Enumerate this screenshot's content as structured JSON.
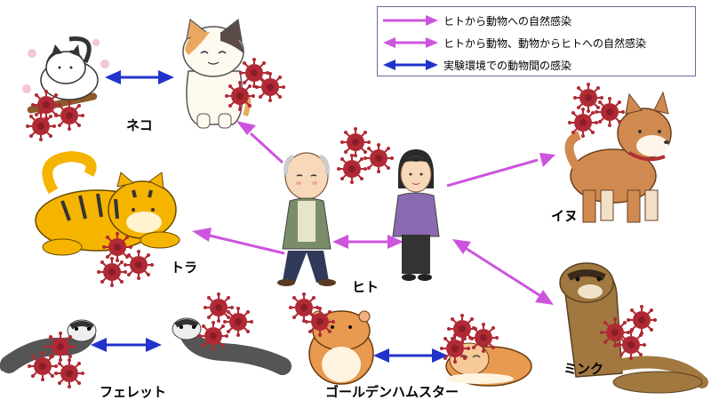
{
  "legend": {
    "items": [
      {
        "text": "ヒトから動物への自然感染",
        "type": "one-way"
      },
      {
        "text": "ヒトから動物、動物からヒトへの自然感染",
        "type": "two-way"
      },
      {
        "text": "実験環境での動物間の感染",
        "type": "experimental"
      }
    ]
  },
  "labels": {
    "cat": "ネコ",
    "dog": "イヌ",
    "tiger": "トラ",
    "human": "ヒト",
    "mink": "ミンク",
    "ferret": "フェレット",
    "hamster": "ゴールデンハムスター"
  },
  "colors": {
    "one_way": "#cc55dd",
    "two_way": "#cc55dd",
    "experimental": "#2233cc",
    "virus": "#b02a35"
  }
}
